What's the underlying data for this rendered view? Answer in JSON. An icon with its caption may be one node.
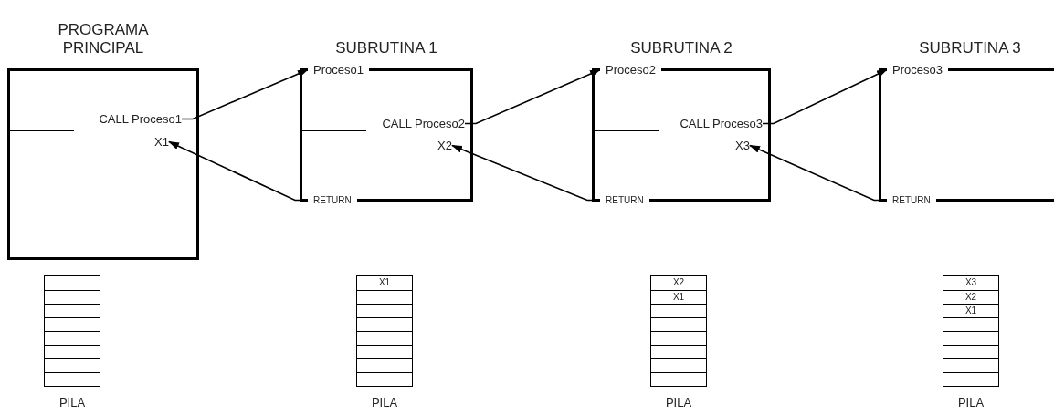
{
  "diagram": {
    "nodes": [
      {
        "text": [
          "PROGRAMA PRINCIPAL"
        ]
      },
      {
        "text": [
          "CALL Proceso1"
        ],
        "in": 0
      },
      {
        "text": [
          "X1"
        ],
        "in": 0
      },
      {
        "text": [
          "SUBRUTINA 1"
        ]
      },
      {
        "text": [
          "Proceso1"
        ],
        "in": 3
      },
      {
        "text": [
          "CALL Proceso2"
        ],
        "in": 3
      },
      {
        "text": [
          "X2"
        ],
        "in": 3
      },
      {
        "text": [
          "RETURN"
        ],
        "in": 3
      },
      {
        "text": [
          "SUBRUTINA 2"
        ]
      },
      {
        "text": [
          "Proceso2"
        ],
        "in": 8
      },
      {
        "text": [
          "CALL Proceso3"
        ],
        "in": 8
      },
      {
        "text": [
          "X3"
        ],
        "in": 8
      },
      {
        "text": [
          "RETURN"
        ],
        "in": 8
      },
      {
        "text": [
          "SUBRUTINA 3"
        ]
      },
      {
        "text": [
          "Proceso3"
        ],
        "in": 13
      },
      {
        "text": [
          "RETURN"
        ],
        "in": 13
      },
      {
        "text": [],
        "shape": "box",
        "beside": [
          "PILA"
        ]
      },
      {
        "text": [
          "X1"
        ],
        "beside": [
          "PILA"
        ]
      },
      {
        "text": [
          "X2",
          "X1"
        ],
        "beside": [
          "PILA"
        ]
      },
      {
        "text": [
          "X3",
          "X2",
          "X1"
        ],
        "beside": [
          "PILA"
        ]
      }
    ],
    "edges": [
      {
        "from": 1,
        "to": 4,
        "arrow": "to"
      },
      {
        "from": 7,
        "to": 2,
        "arrow": "to"
      },
      {
        "from": 5,
        "to": 9,
        "arrow": "to"
      },
      {
        "from": 12,
        "to": 6,
        "arrow": "to"
      },
      {
        "from": 10,
        "to": 14,
        "arrow": "to"
      },
      {
        "from": 15,
        "to": 11,
        "arrow": "to"
      }
    ]
  }
}
